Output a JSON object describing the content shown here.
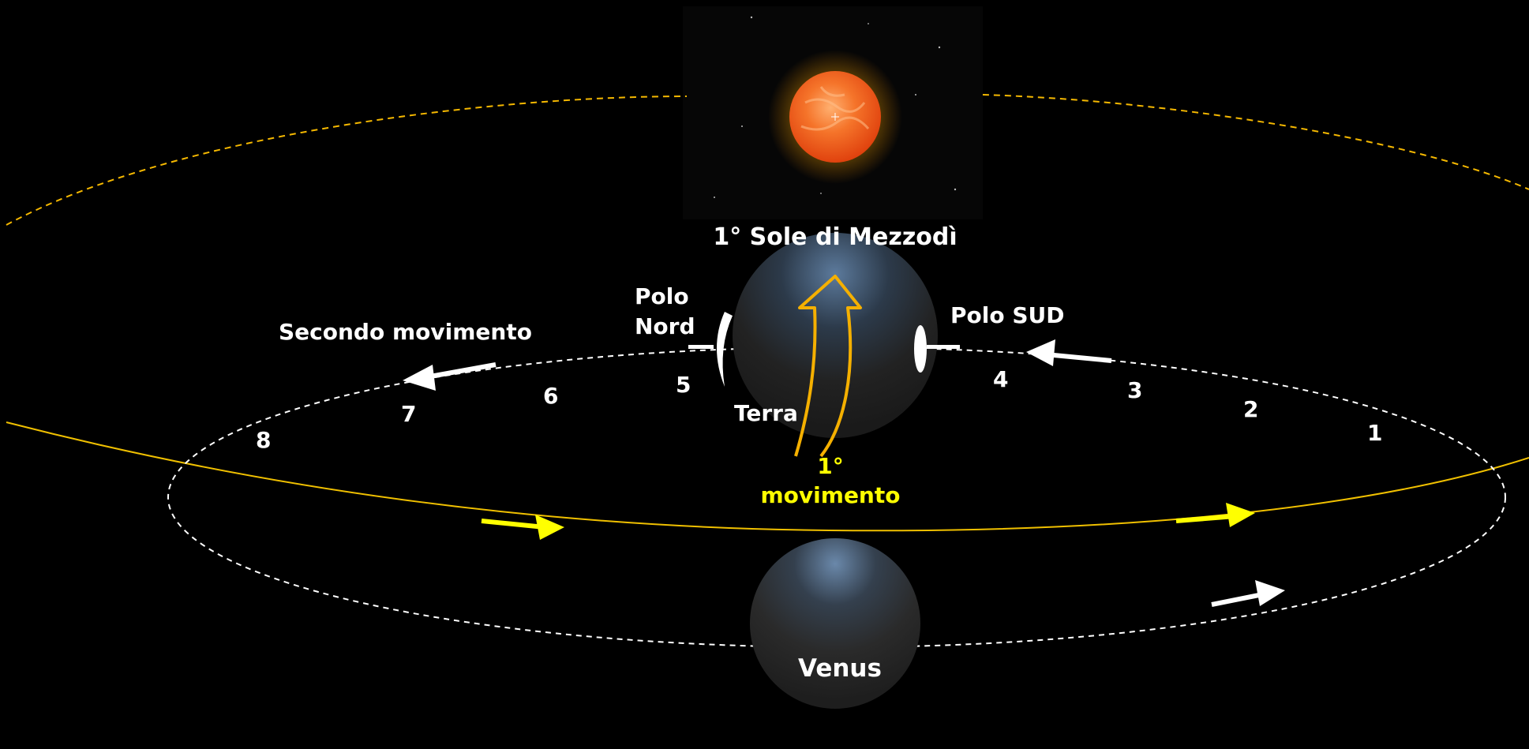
{
  "labels": {
    "sun_title": "1° Sole di Mezzodì",
    "pole_north_line1": "Polo",
    "pole_north_line2": "Nord",
    "pole_south": "Polo SUD",
    "second_movement": "Secondo movimento",
    "earth": "Terra",
    "first_movement_line1": "1°",
    "first_movement_line2": "movimento",
    "venus": "Venus"
  },
  "positions": [
    "1",
    "2",
    "3",
    "4",
    "5",
    "6",
    "7",
    "8"
  ],
  "colors": {
    "background": "#000000",
    "sun": "#f2641c",
    "sun_glow": "#ffd200",
    "orbit_outer": "#f5b800",
    "orbit_yellow": "#ffe100",
    "orbit_inner": "#ffffff",
    "arrow_yellow": "#ffff00",
    "arrow_white": "#ffffff",
    "first_movement_arrow": "#f5b000",
    "planet_dark": "#2a2a2a",
    "planet_lit": "#4a6a8c"
  }
}
